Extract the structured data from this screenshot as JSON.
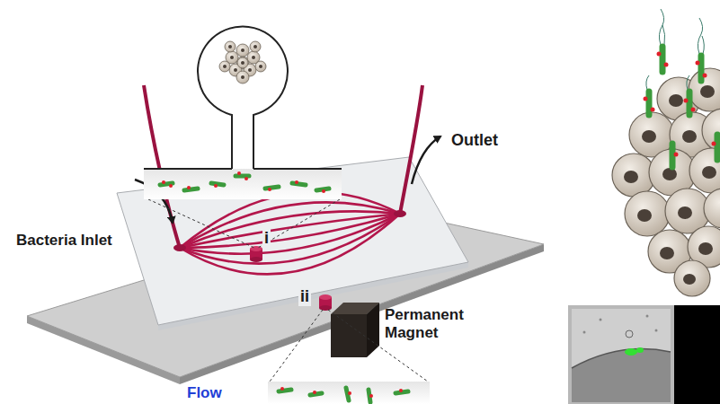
{
  "diagram": {
    "labels": [
      "Outlet",
      "Bacteria Inlet",
      "i",
      "ii",
      "Permanent Magnet",
      "Flow"
    ]
  }
}
